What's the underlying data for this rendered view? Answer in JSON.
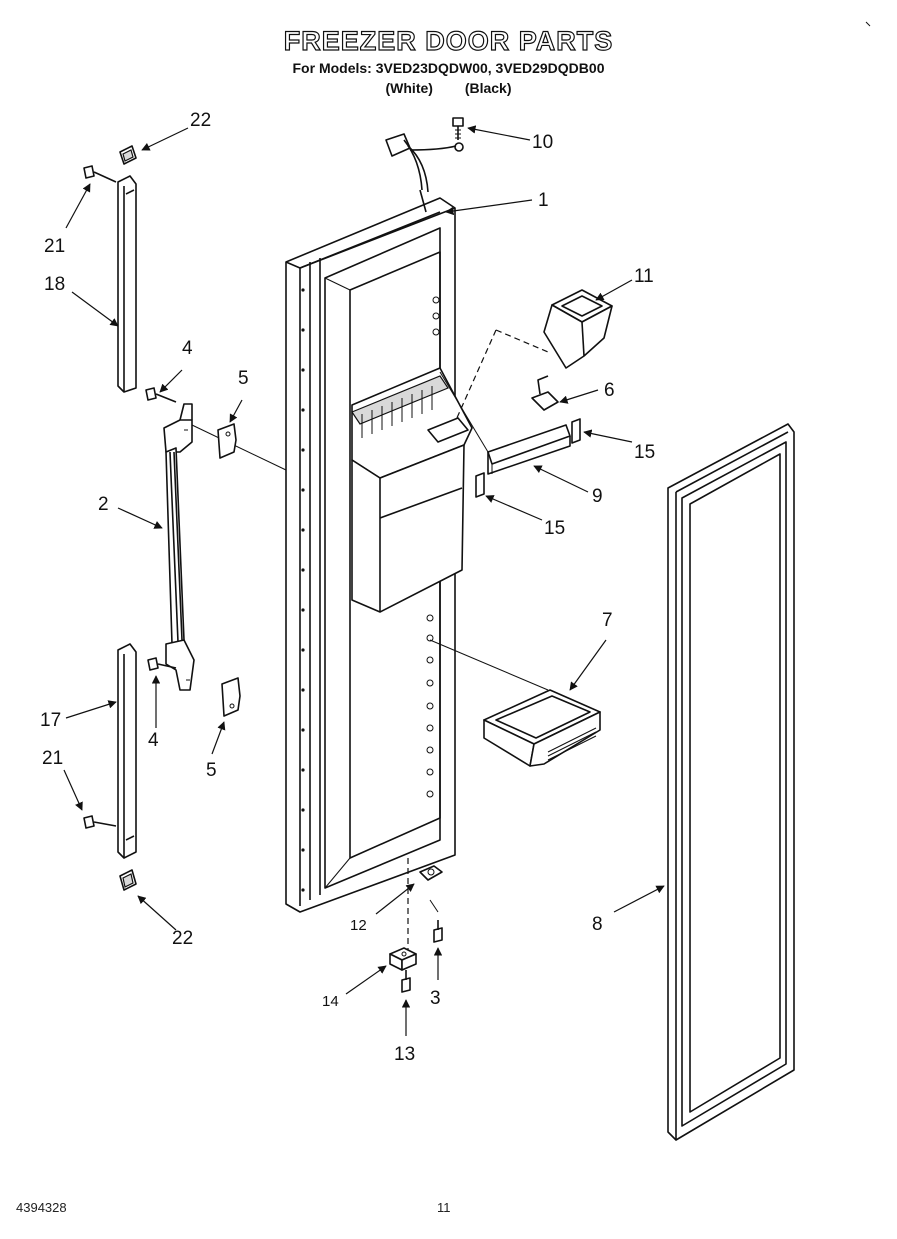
{
  "title": "FREEZER DOOR PARTS",
  "subtitle": "For Models: 3VED23DQDW00, 3VED29DQDB00",
  "variants": "(White) (Black)",
  "footer_code": "4394328",
  "page_number": "11",
  "callouts": {
    "c1": "1",
    "c2": "2",
    "c3": "3",
    "c4a": "4",
    "c4b": "4",
    "c5a": "5",
    "c5b": "5",
    "c6": "6",
    "c7": "7",
    "c8": "8",
    "c9": "9",
    "c10": "10",
    "c11": "11",
    "c12": "12",
    "c13": "13",
    "c14": "14",
    "c15a": "15",
    "c15b": "15",
    "c17": "17",
    "c18": "18",
    "c21a": "21",
    "c21b": "21",
    "c22a": "22",
    "c22b": "22"
  }
}
